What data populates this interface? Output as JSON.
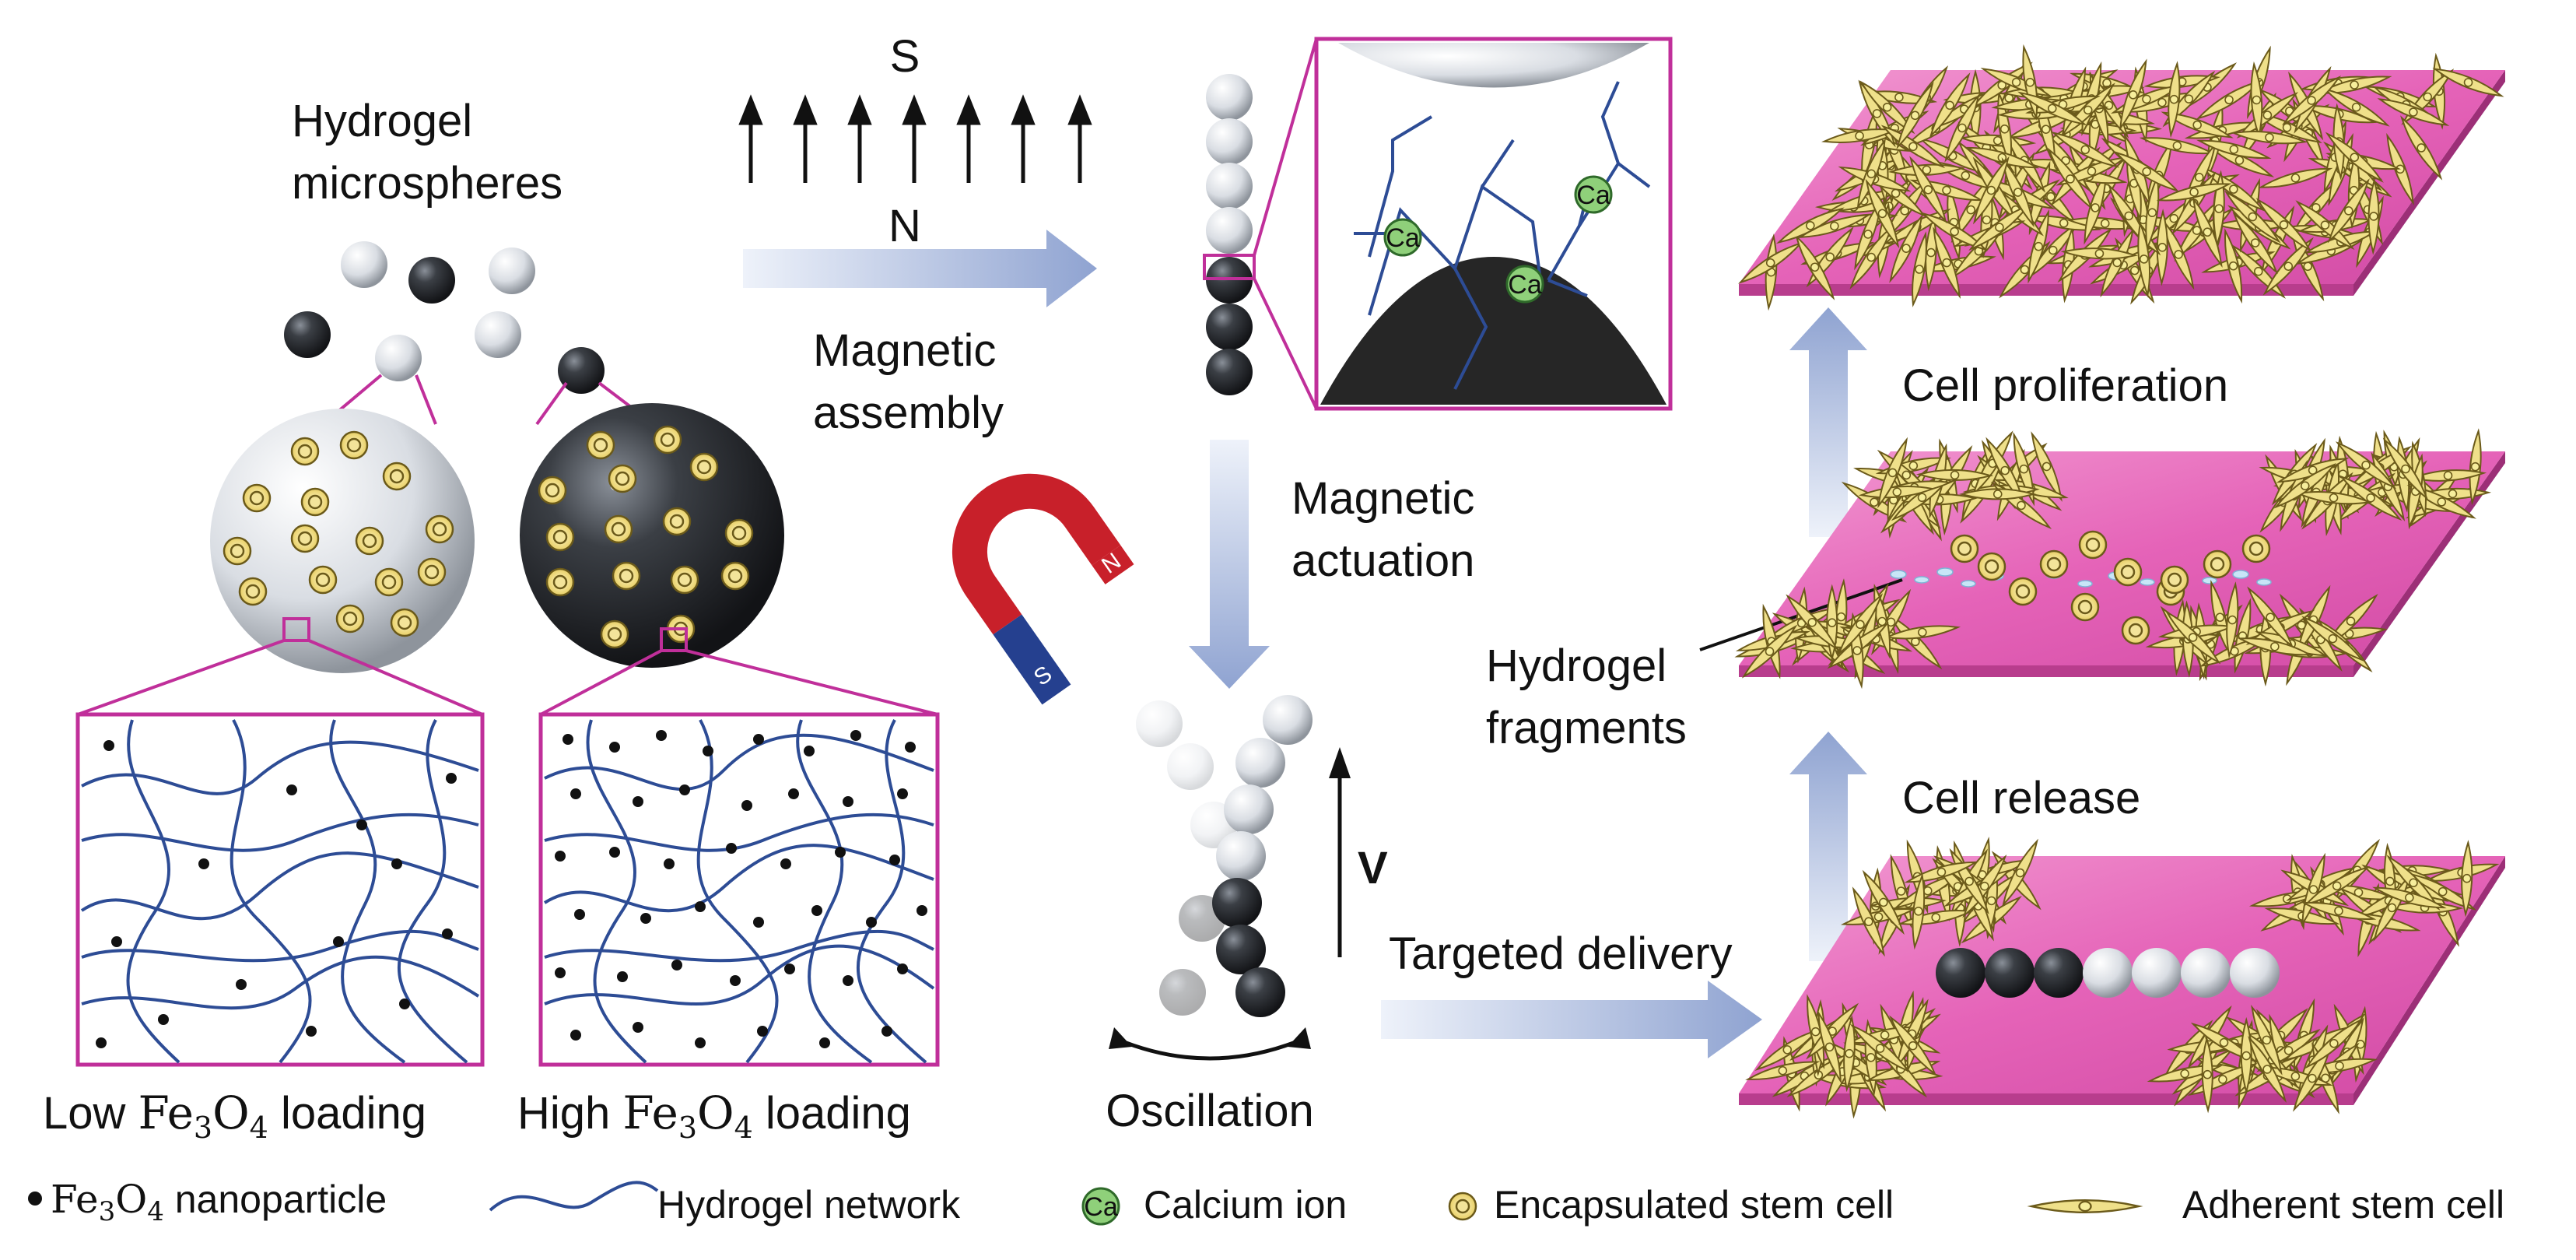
{
  "labels": {
    "hydrogel_microspheres_line1": "Hydrogel",
    "hydrogel_microspheres_line2": "microspheres",
    "magnet_s": "S",
    "magnet_n": "N",
    "magnetic_assembly_line1": "Magnetic",
    "magnetic_assembly_line2": "assembly",
    "magnetic_actuation_line1": "Magnetic",
    "magnetic_actuation_line2": "actuation",
    "velocity": "V",
    "oscillation": "Oscillation",
    "targeted_delivery": "Targeted delivery",
    "cell_release": "Cell release",
    "cell_proliferation": "Cell proliferation",
    "hydrogel_fragments_line1": "Hydrogel",
    "hydrogel_fragments_line2": "fragments",
    "low_loading_prefix": "Low ",
    "high_loading_prefix": "High ",
    "loading_suffix": " loading",
    "fe": "Fe",
    "sub3": "3",
    "o": "O",
    "sub4": "4",
    "ca": "Ca",
    "horseshoe_s": "S",
    "horseshoe_n": "N"
  },
  "legend": {
    "nanoparticle_suffix": " nanoparticle",
    "hydrogel_network": "Hydrogel network",
    "calcium_ion": "Calcium ion",
    "encapsulated_stem_cell": "Encapsulated stem cell",
    "adherent_stem_cell": "Adherent stem cell"
  },
  "colors": {
    "magenta_frame": "#c02f9a",
    "network_blue": "#2d4c95",
    "arrow_blue": "#8fa3d1",
    "calcium_green": "#8fd07a",
    "cell_yellow": "#efe08a",
    "plate_pink": "#e563b8",
    "magnet_red": "#c8202a",
    "magnet_blue": "#25408f"
  }
}
